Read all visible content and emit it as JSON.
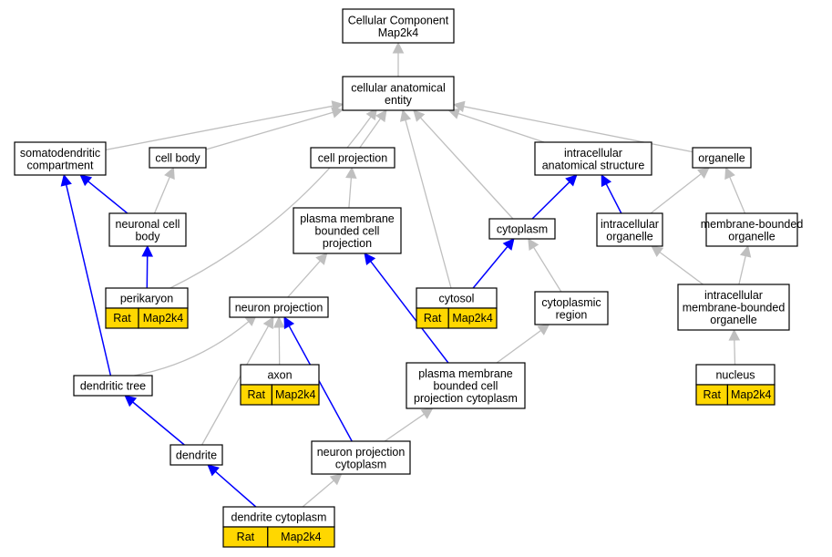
{
  "graph": {
    "colors": {
      "is_a": "#bfbfbf",
      "part_of": "#0000ff",
      "annotation_fill": "#ffd700"
    },
    "annotation": {
      "species": "Rat",
      "gene": "Map2k4"
    },
    "nodes": {
      "root": {
        "lines": [
          "Cellular Component",
          "Map2k4"
        ]
      },
      "cae": {
        "lines": [
          "cellular anatomical",
          "entity"
        ]
      },
      "soma": {
        "lines": [
          "somatodendritic",
          "compartment"
        ]
      },
      "cellbody": {
        "lines": [
          "cell body"
        ]
      },
      "cellproj": {
        "lines": [
          "cell projection"
        ]
      },
      "ias": {
        "lines": [
          "intracellular",
          "anatomical structure"
        ]
      },
      "organelle": {
        "lines": [
          "organelle"
        ]
      },
      "ncb": {
        "lines": [
          "neuronal cell",
          "body"
        ]
      },
      "pmbcp": {
        "lines": [
          "plasma membrane",
          "bounded cell",
          "projection"
        ]
      },
      "cytoplasm": {
        "lines": [
          "cytoplasm"
        ]
      },
      "io": {
        "lines": [
          "intracellular",
          "organelle"
        ]
      },
      "mbo": {
        "lines": [
          "membrane-bounded",
          "organelle"
        ]
      },
      "peri": {
        "lines": [
          "perikaryon"
        ],
        "gene": true
      },
      "nproj": {
        "lines": [
          "neuron projection"
        ]
      },
      "cytosol": {
        "lines": [
          "cytosol"
        ],
        "gene": true
      },
      "cytreg": {
        "lines": [
          "cytoplasmic",
          "region"
        ]
      },
      "imbo": {
        "lines": [
          "intracellular",
          "membrane-bounded",
          "organelle"
        ]
      },
      "dtree": {
        "lines": [
          "dendritic tree"
        ]
      },
      "axon": {
        "lines": [
          "axon"
        ],
        "gene": true
      },
      "pmbcpc": {
        "lines": [
          "plasma membrane",
          "bounded cell",
          "projection cytoplasm"
        ]
      },
      "nucleus": {
        "lines": [
          "nucleus"
        ],
        "gene": true
      },
      "dendrite": {
        "lines": [
          "dendrite"
        ]
      },
      "npc": {
        "lines": [
          "neuron projection",
          "cytoplasm"
        ]
      },
      "dcyt": {
        "lines": [
          "dendrite cytoplasm"
        ],
        "gene": true
      }
    },
    "edges": [
      {
        "from": "cae",
        "to": "root",
        "type": "is_a"
      },
      {
        "from": "soma",
        "to": "cae",
        "type": "is_a"
      },
      {
        "from": "cellbody",
        "to": "cae",
        "type": "is_a"
      },
      {
        "from": "cellproj",
        "to": "cae",
        "type": "is_a"
      },
      {
        "from": "ias",
        "to": "cae",
        "type": "is_a"
      },
      {
        "from": "organelle",
        "to": "cae",
        "type": "is_a"
      },
      {
        "from": "peri",
        "to": "cae",
        "type": "is_a"
      },
      {
        "from": "cytosol",
        "to": "cae",
        "type": "is_a"
      },
      {
        "from": "cytoplasm",
        "to": "cae",
        "type": "is_a"
      },
      {
        "from": "ncb",
        "to": "cellbody",
        "type": "is_a"
      },
      {
        "from": "ncb",
        "to": "soma",
        "type": "part_of"
      },
      {
        "from": "peri",
        "to": "ncb",
        "type": "part_of"
      },
      {
        "from": "pmbcp",
        "to": "cellproj",
        "type": "is_a"
      },
      {
        "from": "cytoplasm",
        "to": "ias",
        "type": "part_of"
      },
      {
        "from": "io",
        "to": "ias",
        "type": "part_of"
      },
      {
        "from": "io",
        "to": "organelle",
        "type": "is_a"
      },
      {
        "from": "mbo",
        "to": "organelle",
        "type": "is_a"
      },
      {
        "from": "nproj",
        "to": "pmbcp",
        "type": "is_a"
      },
      {
        "from": "cytosol",
        "to": "cytoplasm",
        "type": "part_of"
      },
      {
        "from": "cytreg",
        "to": "cytoplasm",
        "type": "is_a"
      },
      {
        "from": "imbo",
        "to": "io",
        "type": "is_a"
      },
      {
        "from": "imbo",
        "to": "mbo",
        "type": "is_a"
      },
      {
        "from": "dtree",
        "to": "soma",
        "type": "part_of"
      },
      {
        "from": "dtree",
        "to": "nproj",
        "type": "is_a"
      },
      {
        "from": "axon",
        "to": "nproj",
        "type": "is_a"
      },
      {
        "from": "pmbcpc",
        "to": "pmbcp",
        "type": "part_of"
      },
      {
        "from": "pmbcpc",
        "to": "cytreg",
        "type": "is_a"
      },
      {
        "from": "nucleus",
        "to": "imbo",
        "type": "is_a"
      },
      {
        "from": "dendrite",
        "to": "dtree",
        "type": "part_of"
      },
      {
        "from": "dendrite",
        "to": "nproj",
        "type": "is_a"
      },
      {
        "from": "npc",
        "to": "nproj",
        "type": "part_of"
      },
      {
        "from": "npc",
        "to": "pmbcpc",
        "type": "is_a"
      },
      {
        "from": "dcyt",
        "to": "dendrite",
        "type": "part_of"
      },
      {
        "from": "dcyt",
        "to": "npc",
        "type": "is_a"
      }
    ]
  }
}
